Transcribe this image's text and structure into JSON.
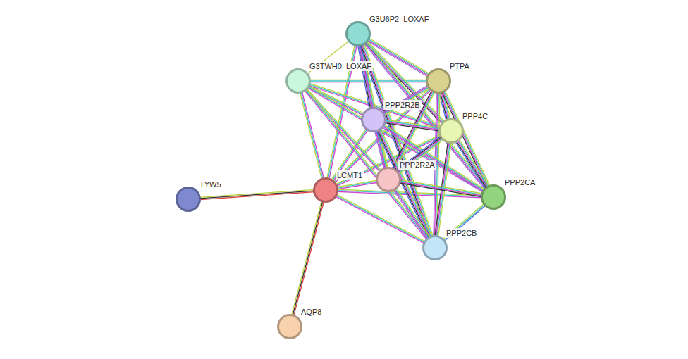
{
  "diagram": {
    "nodes": [
      {
        "text": [
          "G3U6P2_LOXAF"
        ]
      },
      {
        "text": [
          "G3TWH0_LOXAF"
        ]
      },
      {
        "text": [
          "PTPA"
        ]
      },
      {
        "text": [
          "PPP2R2B"
        ]
      },
      {
        "text": [
          "PPP4C"
        ]
      },
      {
        "text": [
          "PPP2R2A"
        ]
      },
      {
        "text": [
          "LCMT1"
        ]
      },
      {
        "text": [
          "TYW5"
        ]
      },
      {
        "text": [
          "PPP2CA"
        ]
      },
      {
        "text": [
          "PPP2CB"
        ]
      },
      {
        "text": [
          "AQP8"
        ]
      }
    ],
    "edges": [
      {
        "from": 6,
        "to": 7,
        "arrow": "none"
      },
      {
        "from": 6,
        "to": 10,
        "arrow": "none"
      },
      {
        "from": 6,
        "to": 1,
        "arrow": "none"
      },
      {
        "from": 6,
        "to": 0,
        "arrow": "none"
      },
      {
        "from": 6,
        "to": 2,
        "arrow": "none"
      },
      {
        "from": 6,
        "to": 3,
        "arrow": "none"
      },
      {
        "from": 6,
        "to": 4,
        "arrow": "none"
      },
      {
        "from": 6,
        "to": 5,
        "arrow": "none"
      },
      {
        "from": 6,
        "to": 8,
        "arrow": "none"
      },
      {
        "from": 6,
        "to": 9,
        "arrow": "none"
      },
      {
        "from": 1,
        "to": 0,
        "arrow": "none"
      },
      {
        "from": 1,
        "to": 2,
        "arrow": "none"
      },
      {
        "from": 1,
        "to": 3,
        "arrow": "none"
      },
      {
        "from": 1,
        "to": 4,
        "arrow": "none"
      },
      {
        "from": 1,
        "to": 5,
        "arrow": "none"
      },
      {
        "from": 1,
        "to": 8,
        "arrow": "none"
      },
      {
        "from": 1,
        "to": 9,
        "arrow": "none"
      },
      {
        "from": 0,
        "to": 2,
        "arrow": "none"
      },
      {
        "from": 0,
        "to": 3,
        "arrow": "none"
      },
      {
        "from": 0,
        "to": 4,
        "arrow": "none"
      },
      {
        "from": 0,
        "to": 5,
        "arrow": "none"
      },
      {
        "from": 0,
        "to": 8,
        "arrow": "none"
      },
      {
        "from": 0,
        "to": 9,
        "arrow": "none"
      },
      {
        "from": 2,
        "to": 3,
        "arrow": "none"
      },
      {
        "from": 2,
        "to": 4,
        "arrow": "none"
      },
      {
        "from": 2,
        "to": 5,
        "arrow": "none"
      },
      {
        "from": 2,
        "to": 8,
        "arrow": "none"
      },
      {
        "from": 2,
        "to": 9,
        "arrow": "none"
      },
      {
        "from": 3,
        "to": 4,
        "arrow": "none"
      },
      {
        "from": 3,
        "to": 5,
        "arrow": "none"
      },
      {
        "from": 3,
        "to": 8,
        "arrow": "none"
      },
      {
        "from": 3,
        "to": 9,
        "arrow": "none"
      },
      {
        "from": 4,
        "to": 5,
        "arrow": "none"
      },
      {
        "from": 4,
        "to": 8,
        "arrow": "none"
      },
      {
        "from": 4,
        "to": 9,
        "arrow": "none"
      },
      {
        "from": 5,
        "to": 8,
        "arrow": "none"
      },
      {
        "from": 5,
        "to": 9,
        "arrow": "none"
      },
      {
        "from": 8,
        "to": 9,
        "arrow": "none"
      }
    ]
  }
}
